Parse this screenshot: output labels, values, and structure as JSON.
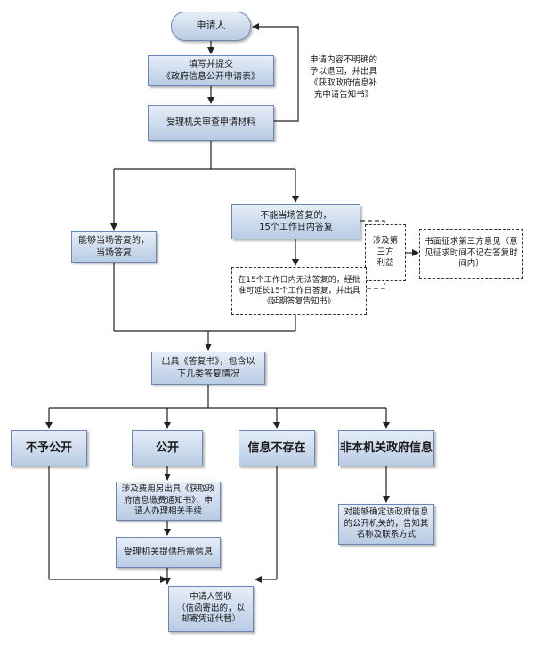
{
  "nodes": {
    "applicant": "申请人",
    "submit": "填写并提交\n《政府信息公开申请表》",
    "review": "受理机关审查申请材料",
    "return_note": "申请内容不明确的\n予以退回，并出具\n《获取政府信息补\n充申请告知书》",
    "immediate": "能够当场答复的，\n当场答复",
    "not_immediate": "不能当场答复的，\n15个工作日内答复",
    "third_party": "涉及第\n三方\n利益",
    "written_opinion": "书面征求第三方意见（意\n见征求时间不记在答复时\n间内）",
    "extension": "在15个工作日内无法答复的，经批\n准可延长15个工作日答复，并出具\n《延期答复告知书》",
    "reply": "出具《答复书》，包含以\n下几类答复情况",
    "no_disclosure": "不予公开",
    "disclose": "公开",
    "not_exist": "信息不存在",
    "not_this_agency": "非本机关政府信息",
    "fee": "涉及费用另出具《获取政\n府信息缴费通知书》；申\n请人办理相关手续",
    "provide": "受理机关提供所需信息",
    "inform_agency": "对能够确定该政府信息\n的公开机关的，告知其\n名称及联系方式",
    "sign": "申请人签收\n（信函寄出的，以\n邮寄凭证代替）"
  }
}
